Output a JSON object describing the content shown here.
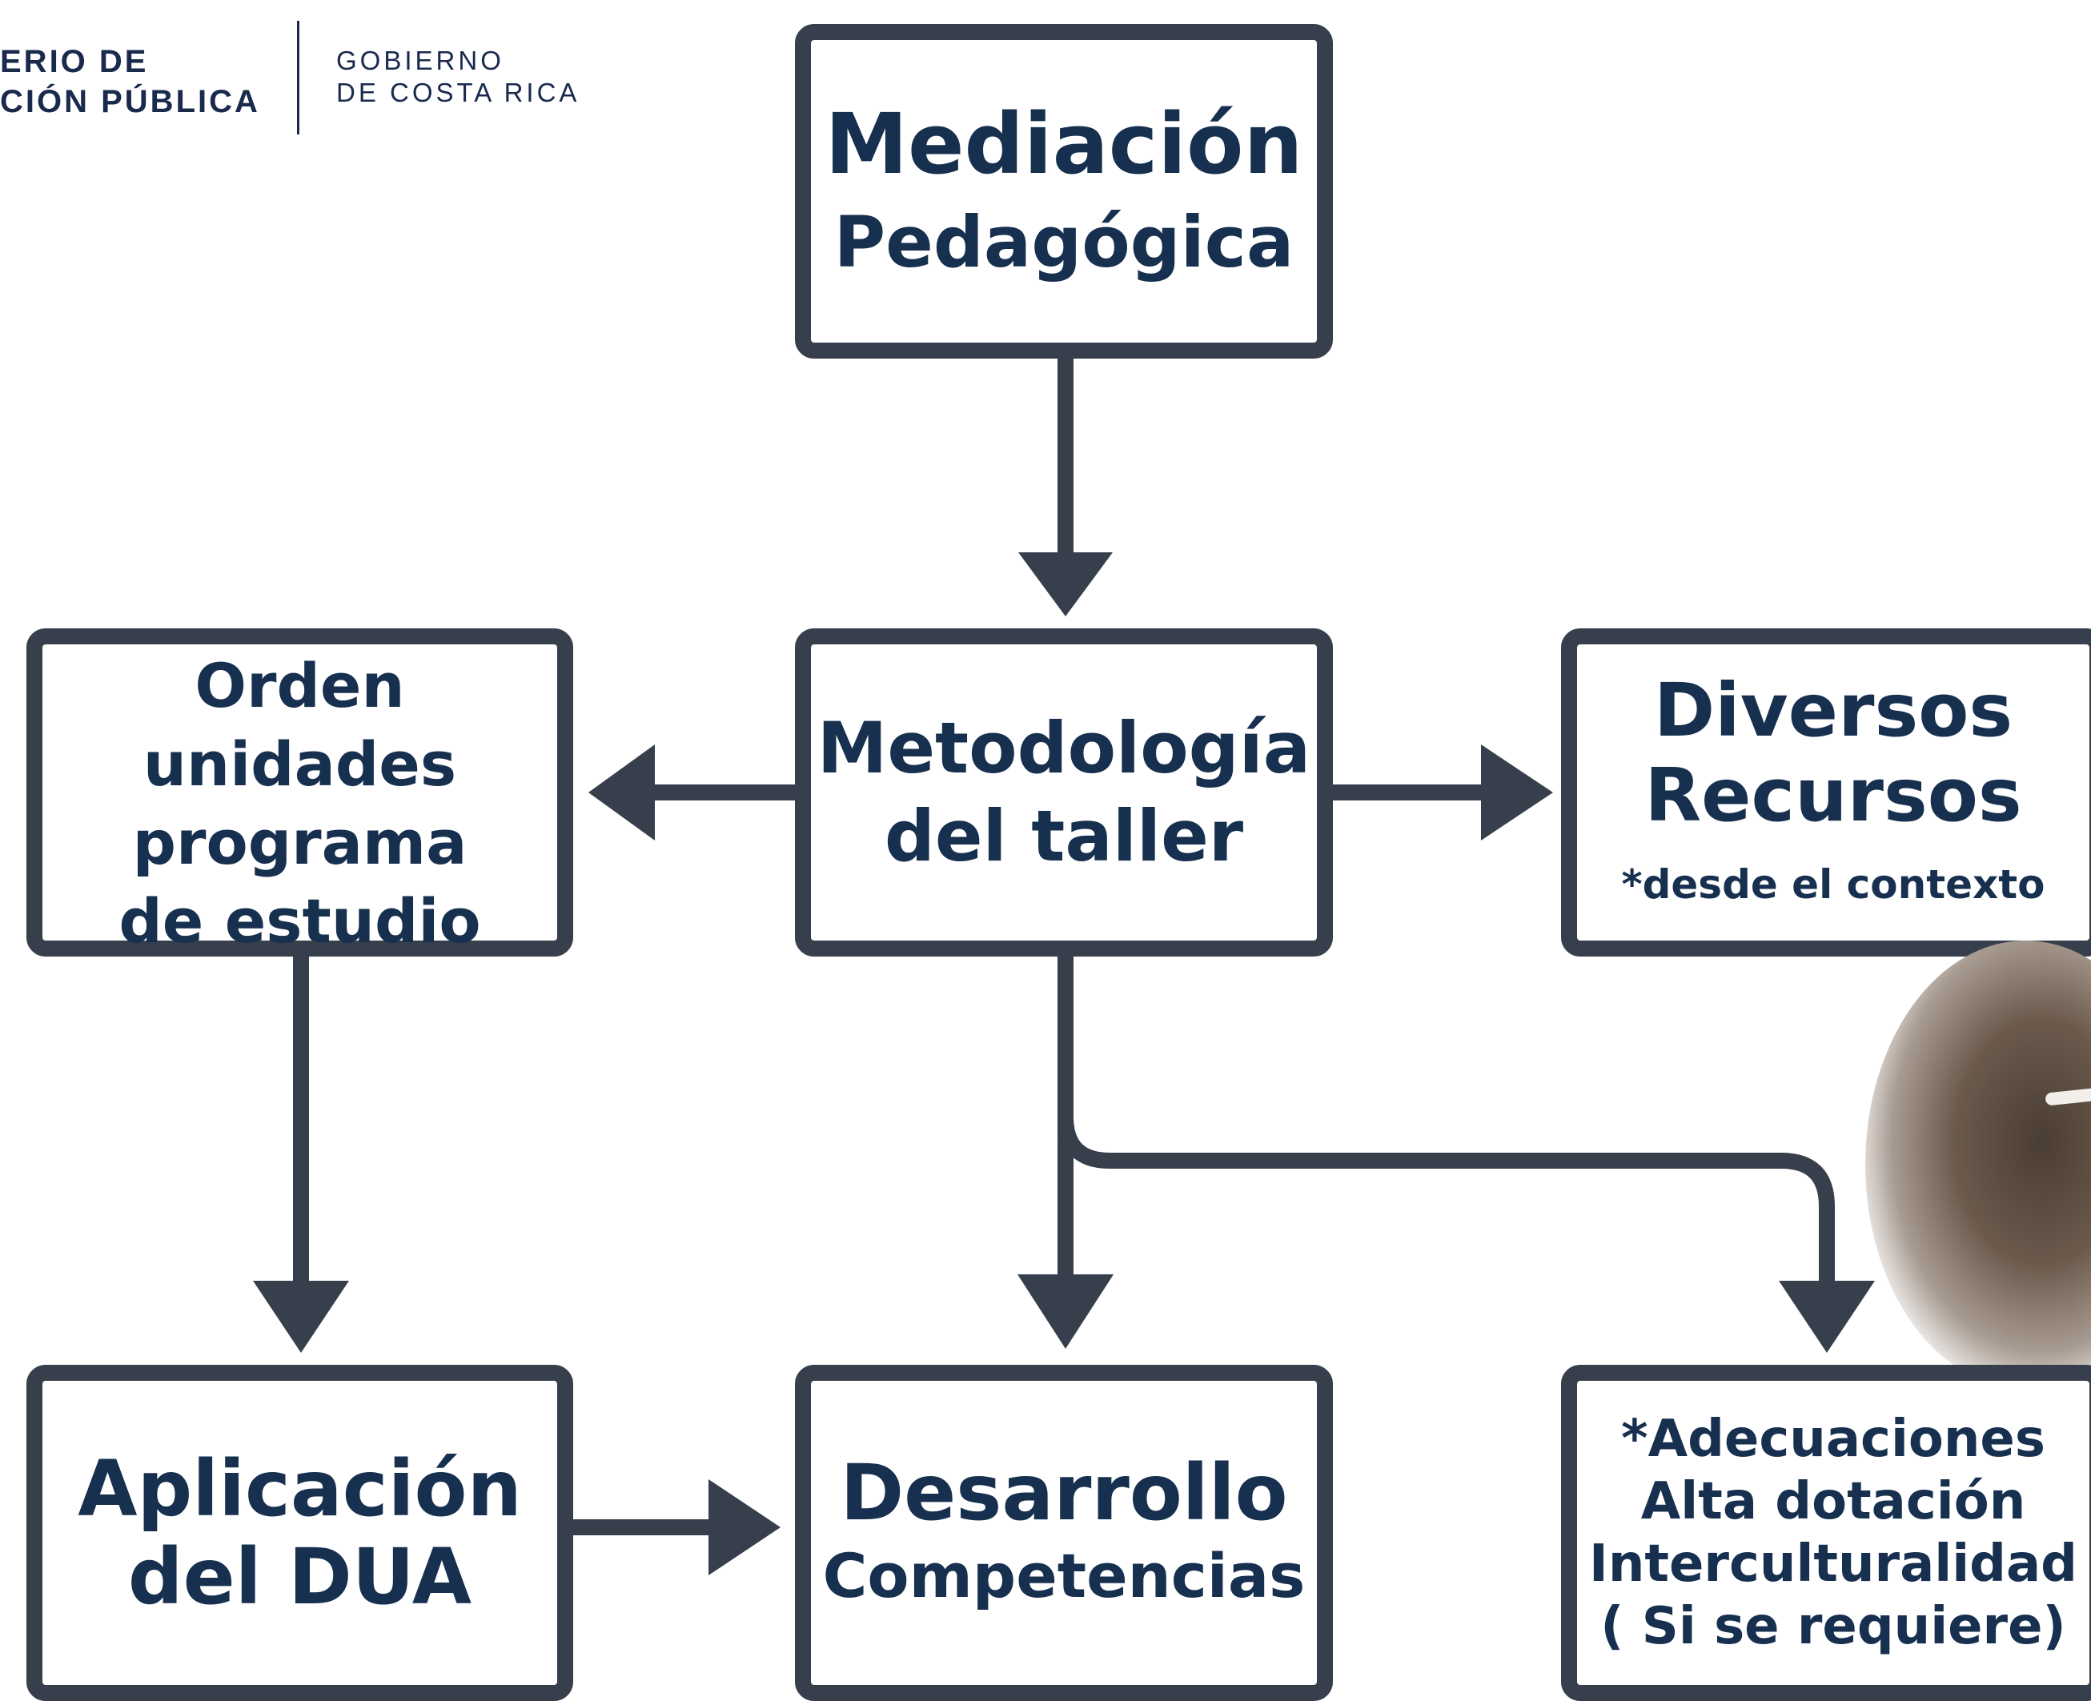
{
  "header": {
    "ministry_line1": "ERIO DE",
    "ministry_line2": "CIÓN PÚBLICA",
    "gov_line1": "GOBIERNO",
    "gov_line2": "DE COSTA RICA"
  },
  "diagram": {
    "top_box": {
      "line1": "Mediación",
      "line2": "Pedagógica"
    },
    "center_box": {
      "line1": "Metodología",
      "line2": "del taller"
    },
    "left_box": {
      "line1": "Orden",
      "line2": "unidades",
      "line3": "programa",
      "line4": "de estudio"
    },
    "right_box": {
      "line1": "Diversos",
      "line2": "Recursos",
      "note": "*desde el contexto"
    },
    "bottom_left_box": {
      "line1": "Aplicación",
      "line2": "del DUA"
    },
    "bottom_center_box": {
      "line1": "Desarrollo",
      "line2": "Competencias"
    },
    "bottom_right_box": {
      "line1": "*Adecuaciones",
      "line2": "Alta dotación",
      "line3": "Interculturalidad",
      "line4": "( Si se requiere)"
    }
  },
  "colors": {
    "text": "#17304f",
    "box_border": "#363f4b",
    "connector": "#363f4b"
  }
}
